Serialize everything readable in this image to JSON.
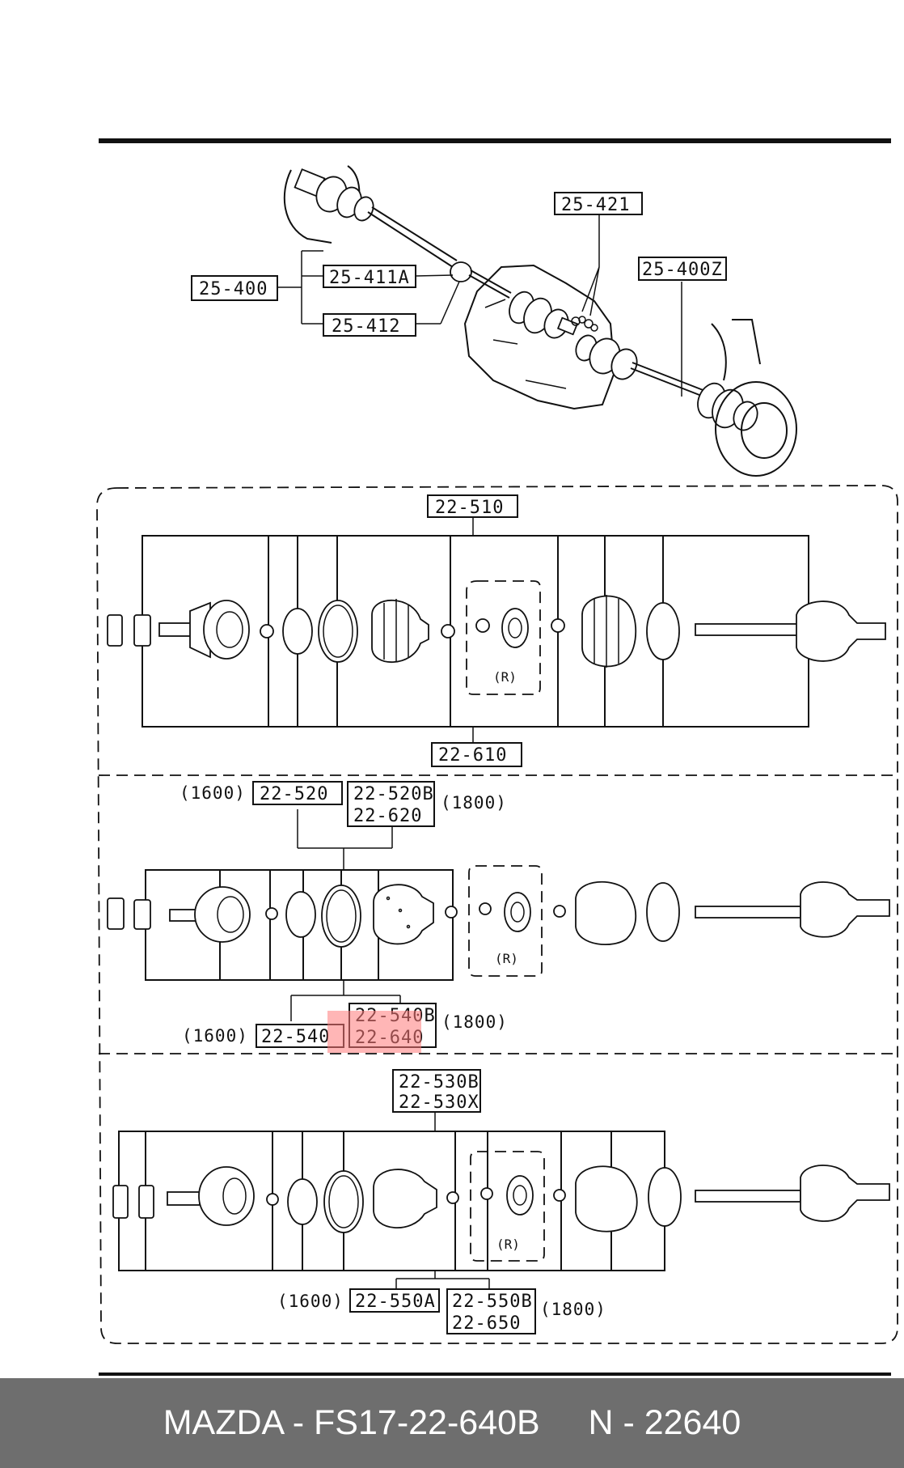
{
  "labels": {
    "top_25_400": "25-400",
    "top_25_411a": "25-411A",
    "top_25_412": "25-412",
    "top_25_421": "25-421",
    "top_25_400z": "25-400Z",
    "s1_22_510": "22-510",
    "s1_22_610": "22-610",
    "s2_22_520": "22-520",
    "s2_22_520b": "22-520B",
    "s2_22_620": "22-620",
    "s2_22_540": "22-540",
    "s2_22_540b": "22-540B",
    "s2_22_640": "22-640",
    "s3_22_530b": "22-530B",
    "s3_22_530x": "22-530X",
    "s3_22_550a": "22-550A",
    "s3_22_550b": "22-550B",
    "s3_22_650": "22-650"
  },
  "notes": {
    "n1600": "(1600)",
    "n1800": "(1800)",
    "r": "(R)"
  },
  "highlight": {
    "color": "#ff7a7a",
    "label": "22-640"
  },
  "footer": {
    "text": "MAZDA - FS17-22-640B     N - 22640",
    "bg_color": "#6e6e6e"
  }
}
